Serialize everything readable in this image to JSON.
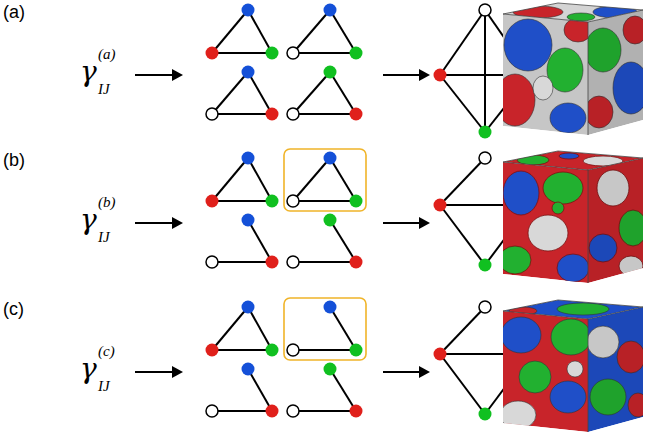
{
  "diagram": {
    "labels": [
      "(a)",
      "γ",
      "(a)",
      "IJ",
      "(b)",
      "γ",
      "(b)",
      "IJ",
      "(c)",
      "γ",
      "(c)",
      "IJ"
    ]
  }
}
